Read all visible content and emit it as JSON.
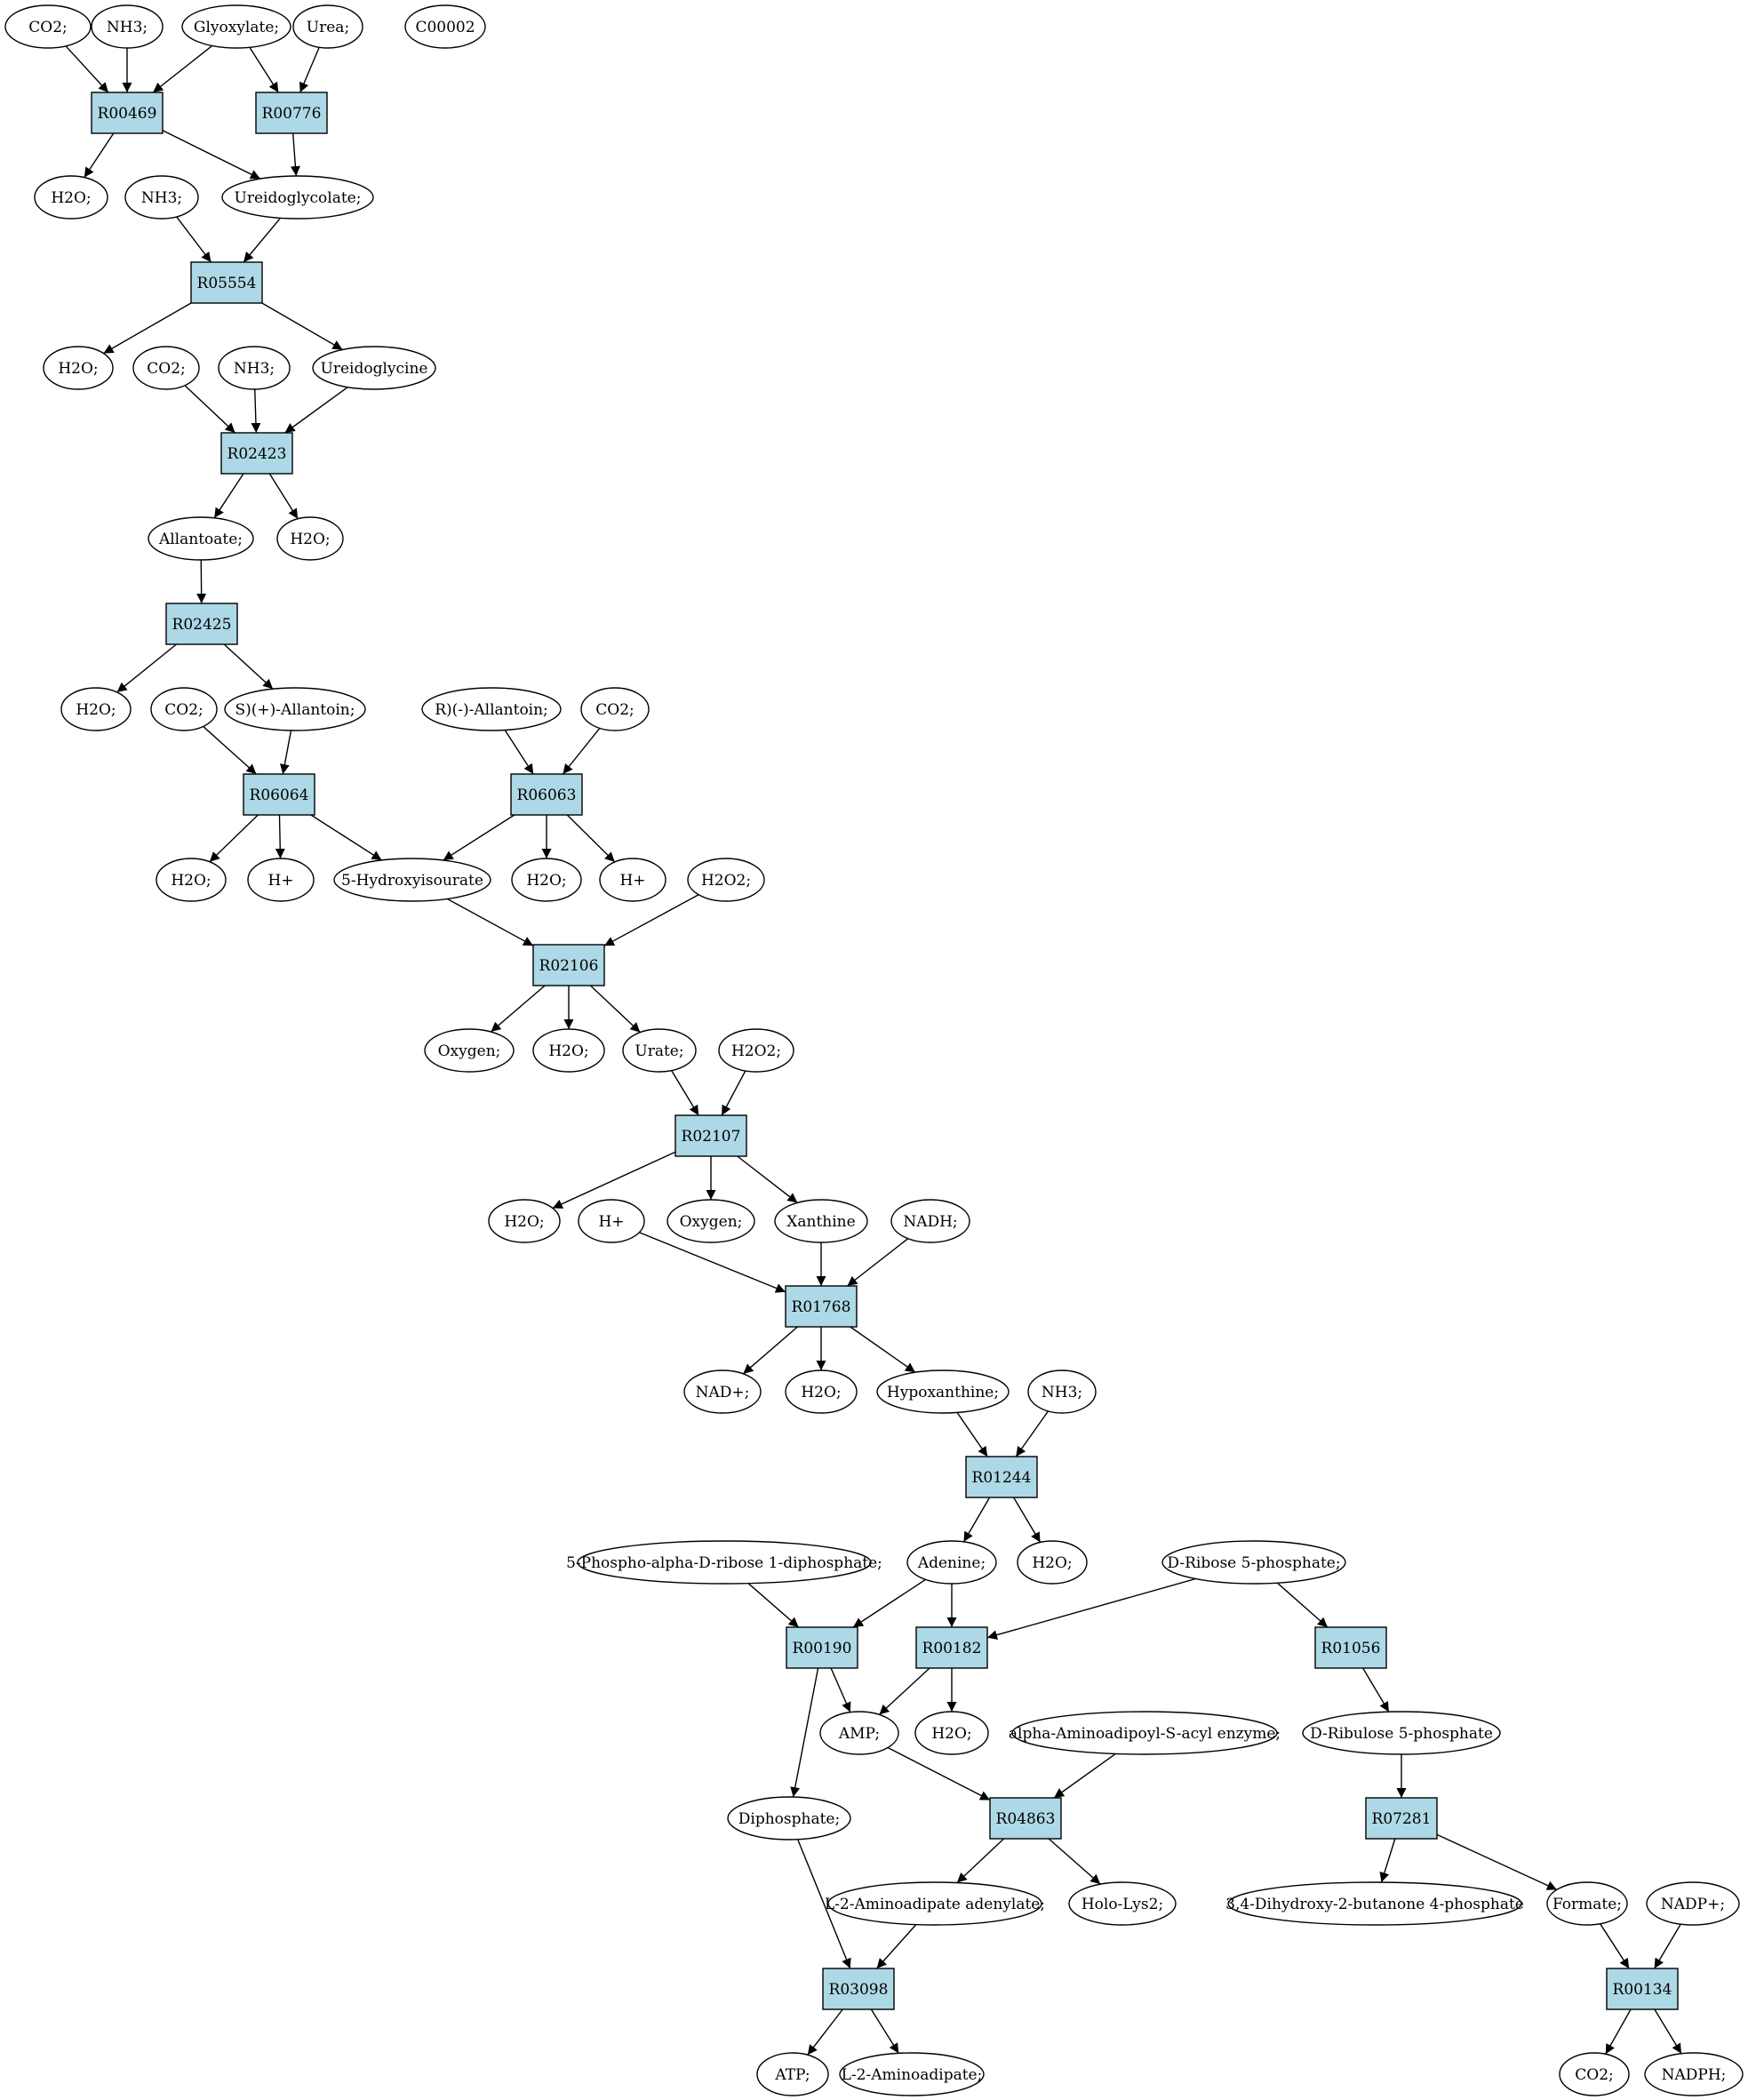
{
  "colors": {
    "reaction_fill": "#add8e6",
    "compound_fill": "#ffffff",
    "highlight_yellow": "#ffff00",
    "highlight_green": "#00ff00",
    "stroke": "#000000"
  },
  "nodes": [
    {
      "id": "c1",
      "kind": "compound",
      "label": "CO2;"
    },
    {
      "id": "c2",
      "kind": "compound",
      "label": "NH3;"
    },
    {
      "id": "c3",
      "kind": "compound",
      "label": "Glyoxylate;"
    },
    {
      "id": "c4",
      "kind": "compound",
      "label": "Urea;"
    },
    {
      "id": "c5",
      "kind": "compound",
      "label": "C00002",
      "highlight": "yellow"
    },
    {
      "id": "r1",
      "kind": "reaction",
      "label": "R00469"
    },
    {
      "id": "r2",
      "kind": "reaction",
      "label": "R00776"
    },
    {
      "id": "c6",
      "kind": "compound",
      "label": "H2O;"
    },
    {
      "id": "c7",
      "kind": "compound",
      "label": "NH3;"
    },
    {
      "id": "c8",
      "kind": "compound",
      "label": "Ureidoglycolate;"
    },
    {
      "id": "r3",
      "kind": "reaction",
      "label": "R05554"
    },
    {
      "id": "c9",
      "kind": "compound",
      "label": "H2O;"
    },
    {
      "id": "c10",
      "kind": "compound",
      "label": "CO2;"
    },
    {
      "id": "c11",
      "kind": "compound",
      "label": "NH3;"
    },
    {
      "id": "c12",
      "kind": "compound",
      "label": "Ureidoglycine"
    },
    {
      "id": "r4",
      "kind": "reaction",
      "label": "R02423"
    },
    {
      "id": "c13",
      "kind": "compound",
      "label": "Allantoate;"
    },
    {
      "id": "c14",
      "kind": "compound",
      "label": "H2O;"
    },
    {
      "id": "r5",
      "kind": "reaction",
      "label": "R02425"
    },
    {
      "id": "c15",
      "kind": "compound",
      "label": "H2O;"
    },
    {
      "id": "c16",
      "kind": "compound",
      "label": "CO2;"
    },
    {
      "id": "c17",
      "kind": "compound",
      "label": "S)(+)-Allantoin;"
    },
    {
      "id": "c18",
      "kind": "compound",
      "label": "R)(-)-Allantoin;"
    },
    {
      "id": "c19",
      "kind": "compound",
      "label": "CO2;"
    },
    {
      "id": "r6",
      "kind": "reaction",
      "label": "R06064"
    },
    {
      "id": "r7",
      "kind": "reaction",
      "label": "R06063"
    },
    {
      "id": "c20",
      "kind": "compound",
      "label": "H2O;"
    },
    {
      "id": "c21",
      "kind": "compound",
      "label": "H+"
    },
    {
      "id": "c22",
      "kind": "compound",
      "label": "5-Hydroxyisourate"
    },
    {
      "id": "c23",
      "kind": "compound",
      "label": "H2O;"
    },
    {
      "id": "c24",
      "kind": "compound",
      "label": "H+"
    },
    {
      "id": "c25",
      "kind": "compound",
      "label": "H2O2;"
    },
    {
      "id": "r8",
      "kind": "reaction",
      "label": "R02106"
    },
    {
      "id": "c26",
      "kind": "compound",
      "label": "Oxygen;"
    },
    {
      "id": "c27",
      "kind": "compound",
      "label": "H2O;"
    },
    {
      "id": "c28",
      "kind": "compound",
      "label": "Urate;"
    },
    {
      "id": "c29",
      "kind": "compound",
      "label": "H2O2;"
    },
    {
      "id": "r9",
      "kind": "reaction",
      "label": "R02107"
    },
    {
      "id": "c30",
      "kind": "compound",
      "label": "H2O;"
    },
    {
      "id": "c31",
      "kind": "compound",
      "label": "H+"
    },
    {
      "id": "c32",
      "kind": "compound",
      "label": "Oxygen;"
    },
    {
      "id": "c33",
      "kind": "compound",
      "label": "Xanthine"
    },
    {
      "id": "c34",
      "kind": "compound",
      "label": "NADH;"
    },
    {
      "id": "r10",
      "kind": "reaction",
      "label": "R01768"
    },
    {
      "id": "c35",
      "kind": "compound",
      "label": "NAD+;"
    },
    {
      "id": "c36",
      "kind": "compound",
      "label": "H2O;"
    },
    {
      "id": "c37",
      "kind": "compound",
      "label": "Hypoxanthine;"
    },
    {
      "id": "c38",
      "kind": "compound",
      "label": "NH3;"
    },
    {
      "id": "r11",
      "kind": "reaction",
      "label": "R01244"
    },
    {
      "id": "c39",
      "kind": "compound",
      "label": "5-Phospho-alpha-D-ribose 1-diphosphate;"
    },
    {
      "id": "c40",
      "kind": "compound",
      "label": "Adenine;"
    },
    {
      "id": "c41",
      "kind": "compound",
      "label": "H2O;"
    },
    {
      "id": "c42",
      "kind": "compound",
      "label": "D-Ribose 5-phosphate;",
      "highlight": "green"
    },
    {
      "id": "r12",
      "kind": "reaction",
      "label": "R00190"
    },
    {
      "id": "r13",
      "kind": "reaction",
      "label": "R00182"
    },
    {
      "id": "r14",
      "kind": "reaction",
      "label": "R01056"
    },
    {
      "id": "c43",
      "kind": "compound",
      "label": "AMP;"
    },
    {
      "id": "c44",
      "kind": "compound",
      "label": "H2O;"
    },
    {
      "id": "c45",
      "kind": "compound",
      "label": "alpha-Aminoadipoyl-S-acyl enzyme;"
    },
    {
      "id": "c46",
      "kind": "compound",
      "label": "D-Ribulose 5-phosphate"
    },
    {
      "id": "c47",
      "kind": "compound",
      "label": "Diphosphate;"
    },
    {
      "id": "r15",
      "kind": "reaction",
      "label": "R04863"
    },
    {
      "id": "r16",
      "kind": "reaction",
      "label": "R07281"
    },
    {
      "id": "c48",
      "kind": "compound",
      "label": "L-2-Aminoadipate adenylate;"
    },
    {
      "id": "c49",
      "kind": "compound",
      "label": "Holo-Lys2;"
    },
    {
      "id": "c50",
      "kind": "compound",
      "label": "3,4-Dihydroxy-2-butanone 4-phosphate"
    },
    {
      "id": "c51",
      "kind": "compound",
      "label": "Formate;"
    },
    {
      "id": "c52",
      "kind": "compound",
      "label": "NADP+;"
    },
    {
      "id": "r17",
      "kind": "reaction",
      "label": "R03098"
    },
    {
      "id": "r18",
      "kind": "reaction",
      "label": "R00134"
    },
    {
      "id": "c53",
      "kind": "compound",
      "label": "ATP;"
    },
    {
      "id": "c54",
      "kind": "compound",
      "label": "L-2-Aminoadipate;"
    },
    {
      "id": "c55",
      "kind": "compound",
      "label": "CO2;"
    },
    {
      "id": "c56",
      "kind": "compound",
      "label": "NADPH;"
    }
  ],
  "edges": [
    [
      "c1",
      "r1"
    ],
    [
      "c2",
      "r1"
    ],
    [
      "c3",
      "r1"
    ],
    [
      "c3",
      "r2"
    ],
    [
      "c4",
      "r2"
    ],
    [
      "r1",
      "c6"
    ],
    [
      "r1",
      "c8"
    ],
    [
      "r2",
      "c8"
    ],
    [
      "c7",
      "r3"
    ],
    [
      "c8",
      "r3"
    ],
    [
      "r3",
      "c9"
    ],
    [
      "r3",
      "c12"
    ],
    [
      "c10",
      "r4"
    ],
    [
      "c11",
      "r4"
    ],
    [
      "c12",
      "r4"
    ],
    [
      "r4",
      "c13"
    ],
    [
      "r4",
      "c14"
    ],
    [
      "c13",
      "r5"
    ],
    [
      "r5",
      "c15"
    ],
    [
      "r5",
      "c17"
    ],
    [
      "c16",
      "r6"
    ],
    [
      "c17",
      "r6"
    ],
    [
      "c18",
      "r7"
    ],
    [
      "c19",
      "r7"
    ],
    [
      "r6",
      "c20"
    ],
    [
      "r6",
      "c21"
    ],
    [
      "r6",
      "c22"
    ],
    [
      "r7",
      "c22"
    ],
    [
      "r7",
      "c23"
    ],
    [
      "r7",
      "c24"
    ],
    [
      "c22",
      "r8"
    ],
    [
      "c25",
      "r8"
    ],
    [
      "r8",
      "c26"
    ],
    [
      "r8",
      "c27"
    ],
    [
      "r8",
      "c28"
    ],
    [
      "c28",
      "r9"
    ],
    [
      "c29",
      "r9"
    ],
    [
      "r9",
      "c30"
    ],
    [
      "r9",
      "c32"
    ],
    [
      "r9",
      "c33"
    ],
    [
      "c31",
      "r10"
    ],
    [
      "c33",
      "r10"
    ],
    [
      "c34",
      "r10"
    ],
    [
      "r10",
      "c35"
    ],
    [
      "r10",
      "c36"
    ],
    [
      "r10",
      "c37"
    ],
    [
      "c37",
      "r11"
    ],
    [
      "c38",
      "r11"
    ],
    [
      "r11",
      "c40"
    ],
    [
      "r11",
      "c41"
    ],
    [
      "c39",
      "r12"
    ],
    [
      "c40",
      "r12"
    ],
    [
      "c40",
      "r13"
    ],
    [
      "c42",
      "r13"
    ],
    [
      "c42",
      "r14"
    ],
    [
      "r12",
      "c43"
    ],
    [
      "r12",
      "c47"
    ],
    [
      "r13",
      "c43"
    ],
    [
      "r13",
      "c44"
    ],
    [
      "r14",
      "c46"
    ],
    [
      "c43",
      "r15"
    ],
    [
      "c45",
      "r15"
    ],
    [
      "c46",
      "r16"
    ],
    [
      "r15",
      "c48"
    ],
    [
      "r15",
      "c49"
    ],
    [
      "r16",
      "c50"
    ],
    [
      "r16",
      "c51"
    ],
    [
      "c47",
      "r17"
    ],
    [
      "c48",
      "r17"
    ],
    [
      "c51",
      "r18"
    ],
    [
      "c52",
      "r18"
    ],
    [
      "r17",
      "c53"
    ],
    [
      "r17",
      "c54"
    ],
    [
      "r18",
      "c55"
    ],
    [
      "r18",
      "c56"
    ]
  ]
}
